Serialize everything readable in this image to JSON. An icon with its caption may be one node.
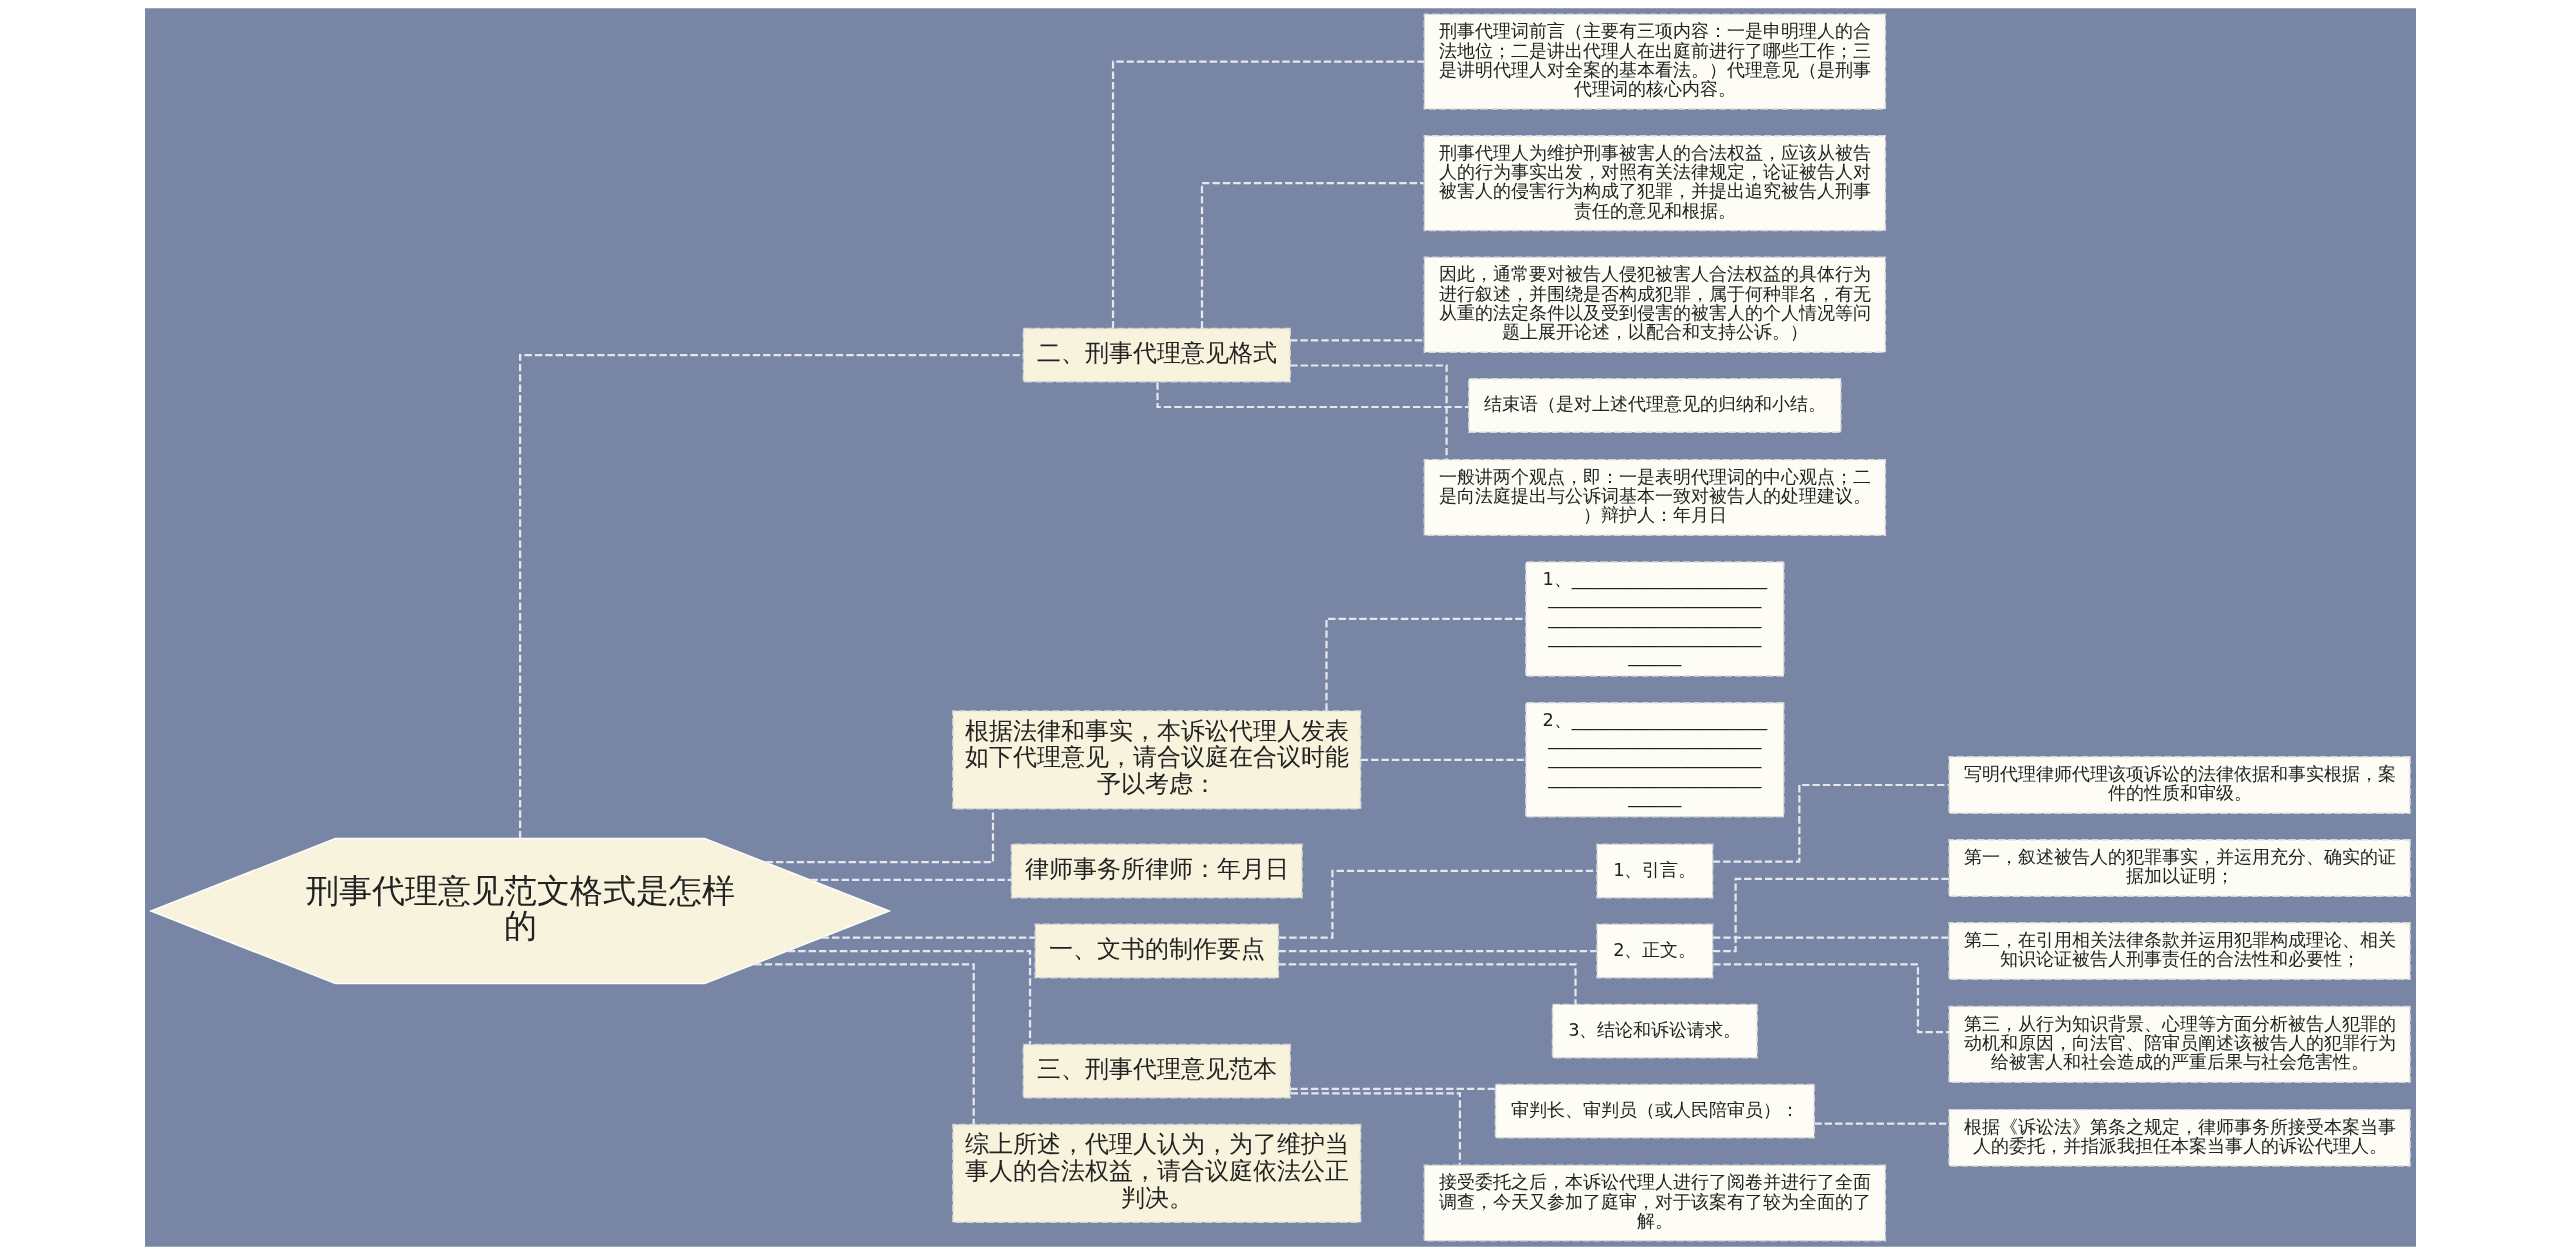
{
  "diagram": {
    "nodes": [
      {
        "text": [
          "刑事代理意见范文格式是怎样的"
        ]
      },
      {
        "text": [
          "二、刑事代理意见格式"
        ]
      },
      {
        "text": [
          "刑事代理词前言（主要有三项内容：一是申明理人的合法地位；二是讲出代理人在出庭前进行了哪些工作；三是讲明代理人对全案的基本看法。）代理意见（是刑事代理词的核心内容。"
        ]
      },
      {
        "text": [
          "刑事代理人为维护刑事被害人的合法权益，应该从被告人的行为事实出发，对照有关法律规定，论证被告人对被害人的侵害行为构成了犯罪，并提出追究被告人刑事责任的意见和根据。"
        ]
      },
      {
        "text": [
          "因此，通常要对被告人侵犯被害人合法权益的具体行为进行叙述，并围绕是否构成犯罪，属于何种罪名，有无从重的法定条件以及受到侵害的被害人的个人情况等问题上展开论述，以配合和支持公诉。）"
        ]
      },
      {
        "text": [
          "结束语（是对上述代理意见的归纳和小结。"
        ]
      },
      {
        "text": [
          "一般讲两个观点，即：一是表明代理词的中心观点；二是向法庭提出与公诉词基本一致对被告人的处理建议。）辩护人：年月日"
        ]
      },
      {
        "text": [
          "根据法律和事实，本诉讼代理人发表如下代理意见，请合议庭在合议时能予以考虑："
        ]
      },
      {
        "text": [
          "1、____________________________________________________________________________________________________"
        ]
      },
      {
        "text": [
          "2、____________________________________________________________________________________________________"
        ]
      },
      {
        "text": [
          "律师事务所律师：年月日"
        ]
      },
      {
        "text": [
          "一、文书的制作要点"
        ]
      },
      {
        "text": [
          "1、引言。"
        ]
      },
      {
        "text": [
          "写明代理律师代理该项诉讼的法律依据和事实根据，案件的性质和审级。"
        ]
      },
      {
        "text": [
          "2、正文。"
        ]
      },
      {
        "text": [
          "第一，叙述被告人的犯罪事实，并运用充分、确实的证据加以证明；"
        ]
      },
      {
        "text": [
          "第二，在引用相关法律条款并运用犯罪构成理论、相关知识论证被告人刑事责任的合法性和必要性；"
        ]
      },
      {
        "text": [
          "第三，从行为知识背景、心理等方面分析被告人犯罪的动机和原因，向法官、陪审员阐述该被告人的犯罪行为给被害人和社会造成的严重后果与社会危害性。"
        ]
      },
      {
        "text": [
          "3、结论和诉讼请求。"
        ]
      },
      {
        "text": [
          "三、刑事代理意见范本"
        ]
      },
      {
        "text": [
          "审判长、审判员（或人民陪审员）："
        ]
      },
      {
        "text": [
          "根据《诉讼法》第条之规定，律师事务所接受本案当事人的委托，并指派我担任本案当事人的诉讼代理人。"
        ]
      },
      {
        "text": [
          "接受委托之后，本诉讼代理人进行了阅卷并进行了全面调查，今天又参加了庭审，对于该案有了较为全面的了解。"
        ]
      },
      {
        "text": [
          "综上所述，代理人认为，为了维护当事人的合法权益，请合议庭依法公正判决。"
        ]
      }
    ],
    "edges": [
      {
        "from": 0,
        "to": 1,
        "arrow": "none"
      },
      {
        "from": 1,
        "to": 2,
        "arrow": "none"
      },
      {
        "from": 1,
        "to": 3,
        "arrow": "none"
      },
      {
        "from": 1,
        "to": 4,
        "arrow": "none"
      },
      {
        "from": 1,
        "to": 5,
        "arrow": "none"
      },
      {
        "from": 1,
        "to": 6,
        "arrow": "none"
      },
      {
        "from": 0,
        "to": 7,
        "arrow": "none"
      },
      {
        "from": 7,
        "to": 8,
        "arrow": "none"
      },
      {
        "from": 7,
        "to": 9,
        "arrow": "none"
      },
      {
        "from": 0,
        "to": 10,
        "arrow": "none"
      },
      {
        "from": 0,
        "to": 11,
        "arrow": "none"
      },
      {
        "from": 11,
        "to": 12,
        "arrow": "none"
      },
      {
        "from": 12,
        "to": 13,
        "arrow": "none"
      },
      {
        "from": 11,
        "to": 14,
        "arrow": "none"
      },
      {
        "from": 14,
        "to": 15,
        "arrow": "none"
      },
      {
        "from": 14,
        "to": 16,
        "arrow": "none"
      },
      {
        "from": 14,
        "to": 17,
        "arrow": "none"
      },
      {
        "from": 11,
        "to": 18,
        "arrow": "none"
      },
      {
        "from": 0,
        "to": 19,
        "arrow": "none"
      },
      {
        "from": 19,
        "to": 20,
        "arrow": "none"
      },
      {
        "from": 20,
        "to": 21,
        "arrow": "none"
      },
      {
        "from": 19,
        "to": 22,
        "arrow": "none"
      },
      {
        "from": 0,
        "to": 23,
        "arrow": "none"
      }
    ]
  }
}
